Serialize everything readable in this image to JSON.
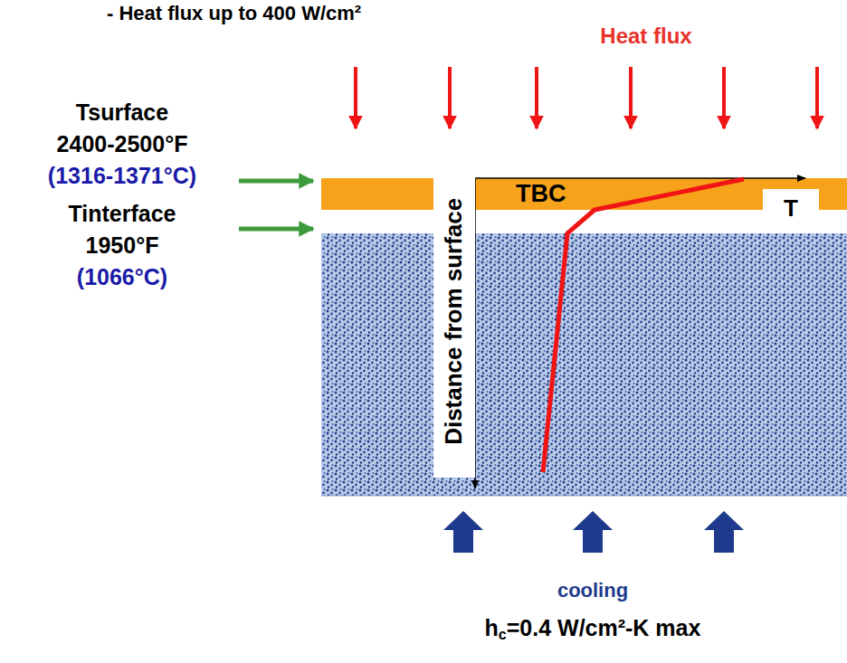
{
  "diagram": {
    "nodes": [
      {
        "text": [
          "TBC"
        ]
      },
      {
        "text": [
          "Distance from surface"
        ]
      },
      {
        "text": [
          "T"
        ]
      }
    ],
    "labels": [
      "- Heat flux up to 400 W/cm²",
      "Heat flux",
      "Tsurface",
      "2400-2500°F",
      "(1316-1371°C)",
      "Tinterface",
      "1950°F",
      "(1066°C)",
      "cooling",
      "h",
      "c",
      "=0.4 W/cm²-K max"
    ]
  }
}
